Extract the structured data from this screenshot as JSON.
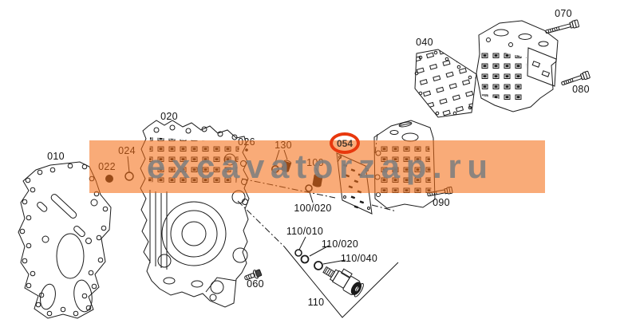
{
  "diagram": {
    "type": "exploded-parts-diagram",
    "labels": {
      "p010": "010",
      "p020": "020",
      "p022": "022",
      "p024": "024",
      "p026": "026",
      "p040": "040",
      "p060": "060",
      "p070": "070",
      "p080": "080",
      "p090": "090",
      "p100": "100",
      "p100_020": "100/020",
      "p110": "110",
      "p110_010": "110/010",
      "p110_020": "110/020",
      "p110_040": "110/040",
      "p130": "130"
    },
    "highlight": {
      "label": "054",
      "ring_color": "#E8380D"
    }
  },
  "watermark": {
    "text": "e x c a v a t o r z a p . r u",
    "band_color": "#F89F66",
    "text_color": "#7F7F7F"
  }
}
